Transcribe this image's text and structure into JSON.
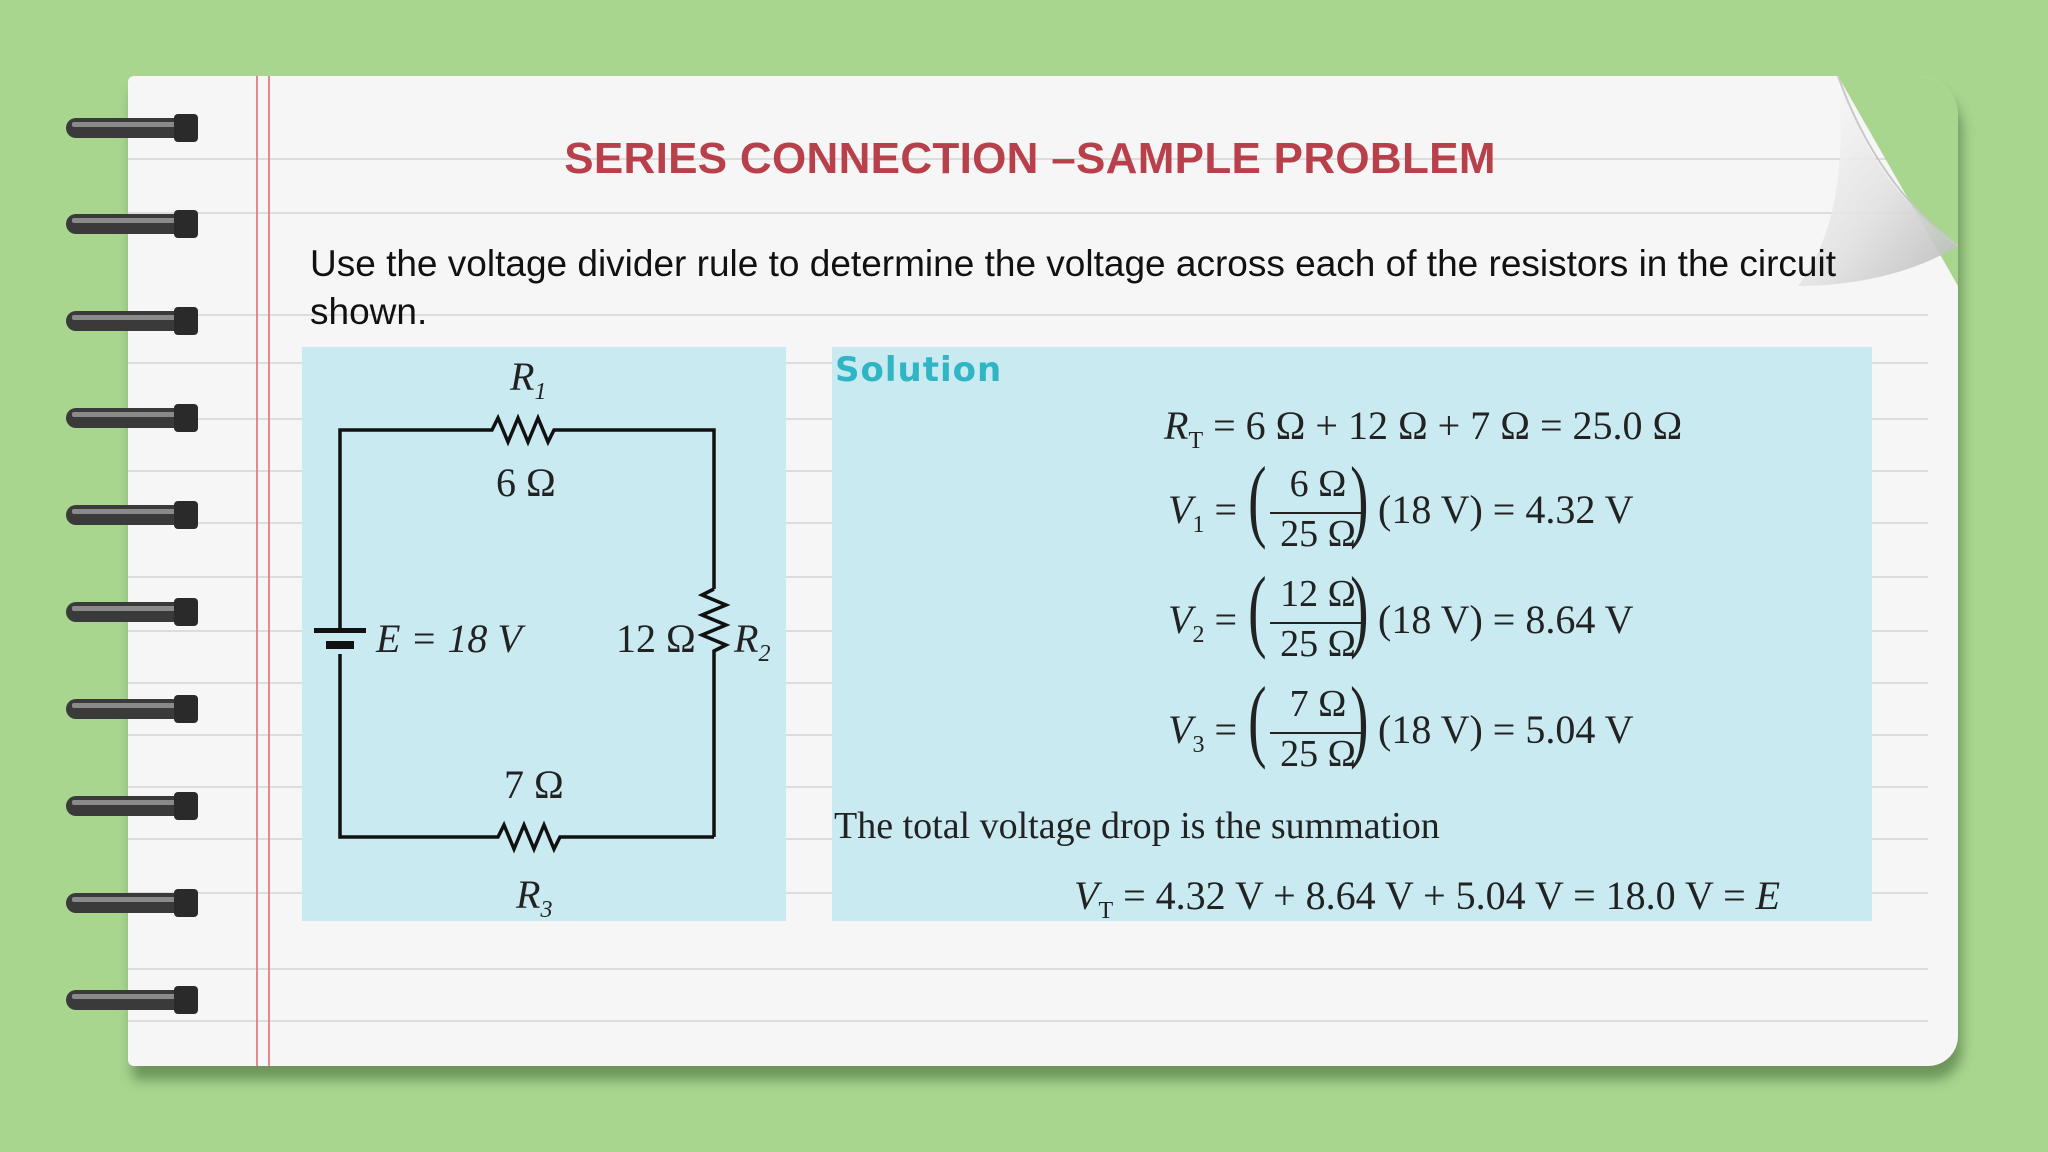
{
  "title": "SERIES CONNECTION –SAMPLE PROBLEM",
  "prompt": "Use the voltage divider rule to determine the voltage across each of the resistors in the circuit shown.",
  "circuit": {
    "r1_symbol": "R",
    "r1_sub": "1",
    "r1_value": "6 Ω",
    "r2_symbol": "R",
    "r2_sub": "2",
    "r2_value": "12 Ω",
    "r3_symbol": "R",
    "r3_sub": "3",
    "r3_value": "7 Ω",
    "source_label": "E = 18 V"
  },
  "solution": {
    "heading": "Solution",
    "rt_lhs": "R",
    "rt_sub": "T",
    "rt_rhs": "= 6 Ω + 12 Ω + 7 Ω = 25.0 Ω",
    "v1_lhs": "V",
    "v1_sub": "1",
    "v1_num": "6 Ω",
    "v1_den": "25 Ω",
    "v1_rhs": "(18 V) = 4.32 V",
    "v2_lhs": "V",
    "v2_sub": "2",
    "v2_num": "12 Ω",
    "v2_den": "25 Ω",
    "v2_rhs": "(18 V) = 8.64 V",
    "v3_lhs": "V",
    "v3_sub": "3",
    "v3_num": "7 Ω",
    "v3_den": "25 Ω",
    "v3_rhs": "(18 V) = 5.04 V",
    "total_text": "The total voltage drop is the summation",
    "vt_lhs": "V",
    "vt_sub": "T",
    "vt_rhs": "= 4.32 V + 8.64 V + 5.04 V = 18.0 V = ",
    "vt_e": "E",
    "equals": "="
  },
  "colors": {
    "background": "#a8d68f",
    "title": "#b8404a",
    "panel": "#c9eaf1",
    "solution_heading": "#2fb5c4"
  }
}
